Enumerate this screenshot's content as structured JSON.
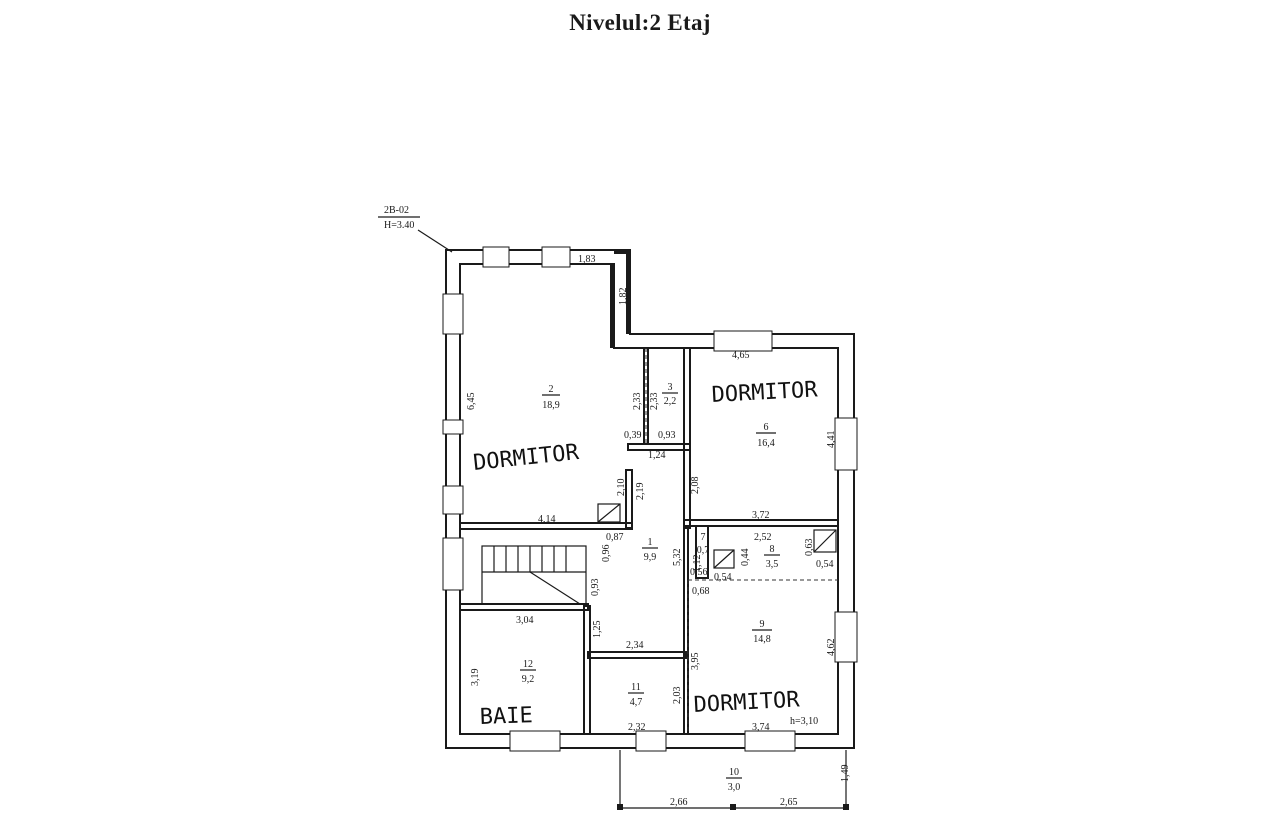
{
  "title": "Nivelul:2 Etaj",
  "wall_tag": {
    "code": "2B-02",
    "height": "H=3.40"
  },
  "ceiling_height": "h=3,10",
  "rooms": [
    {
      "number": "1",
      "area": "9,9"
    },
    {
      "number": "2",
      "area": "18,9"
    },
    {
      "number": "3",
      "area": "2,2"
    },
    {
      "number": "6",
      "area": "16,4"
    },
    {
      "number": "7",
      "area": "0,7"
    },
    {
      "number": "8",
      "area": "3,5"
    },
    {
      "number": "9",
      "area": "14,8"
    },
    {
      "number": "10",
      "area": "3,0"
    },
    {
      "number": "11",
      "area": "4,7"
    },
    {
      "number": "12",
      "area": "9,2"
    }
  ],
  "room_names": {
    "dormitor_2": "DORMITOR",
    "dormitor_6": "DORMITOR",
    "dormitor_9": "DORMITOR",
    "baie": "BAIE"
  },
  "dimensions": [
    "1,83",
    "1,82",
    "4,65",
    "6,45",
    "2,33",
    "2,33",
    "0,39",
    "0,93",
    "1,24",
    "4,41",
    "2,10",
    "2,19",
    "2,08",
    "4,14",
    "3,72",
    "0,87",
    "0,96",
    "5,32",
    "2,52",
    "0,63",
    "0,44",
    "1,12",
    "0,56",
    "0,54",
    "0,54",
    "0,93",
    "0,68",
    "3,04",
    "1,25",
    "2,34",
    "3,19",
    "3,95",
    "4,62",
    "2,03",
    "2,32",
    "3,74",
    "1,49",
    "2,66",
    "2,65"
  ]
}
